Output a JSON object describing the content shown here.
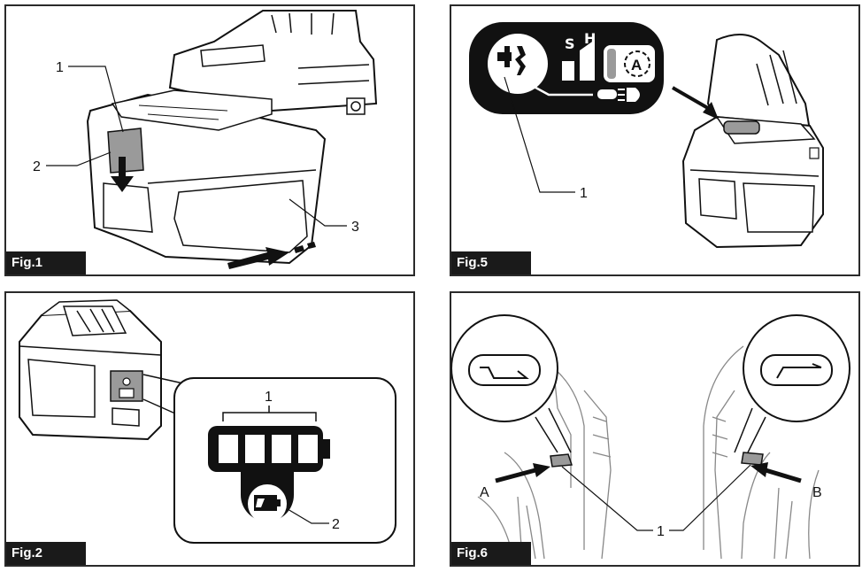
{
  "figures": {
    "fig1": {
      "tag": "Fig.1",
      "callouts": [
        "1",
        "2",
        "3"
      ]
    },
    "fig5": {
      "tag": "Fig.5",
      "callouts": [
        "1"
      ],
      "panel_letters": {
        "s": "S",
        "h": "H",
        "a": "A"
      }
    },
    "fig2": {
      "tag": "Fig.2",
      "callouts": [
        "1",
        "2"
      ]
    },
    "fig6": {
      "tag": "Fig.6",
      "callouts": [
        "1"
      ],
      "side_labels": {
        "a": "A",
        "b": "B"
      }
    }
  },
  "colors": {
    "ink": "#111111",
    "fill": "#ffffff",
    "grey": "#9a9a9a",
    "tag_bg": "#1a1a1a"
  },
  "icons": [
    "arrow-down-icon",
    "slide-arrow-icon",
    "drill-mode-icon",
    "light-icon",
    "auto-mode-icon",
    "battery-gauge-icon",
    "battery-low-icon",
    "push-arrow-icon",
    "direction-switch-icon"
  ]
}
